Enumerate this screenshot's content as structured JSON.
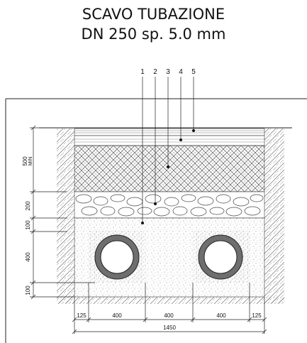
{
  "title": {
    "line1": "SCAVO TUBAZIONE",
    "line2": "DN 250 sp. 5.0 mm"
  },
  "callouts": [
    "1",
    "2",
    "3",
    "4",
    "5"
  ],
  "vertical_dims": {
    "d500": "500",
    "dmin": "MIN",
    "d200": "200",
    "d100_top": "100",
    "d400": "400",
    "d100_bottom": "100"
  },
  "horizontal_dims": {
    "a": "125",
    "b": "400",
    "c": "400",
    "d": "400",
    "e": "125",
    "total": "1450"
  }
}
